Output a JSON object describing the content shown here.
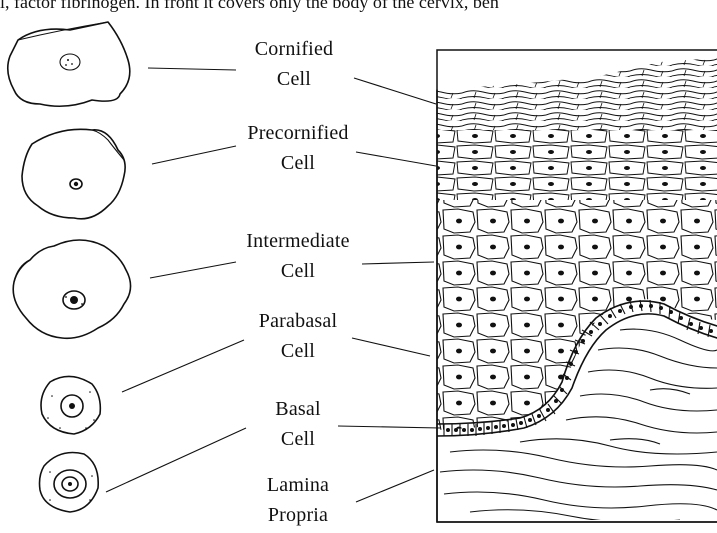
{
  "header_text": "l, factor fibrinogen. In front it covers only the body of the cervix, ben",
  "labels": {
    "cornified": {
      "line1": "Cornified",
      "line2": "Cell"
    },
    "precornified": {
      "line1": "Precornified",
      "line2": "Cell"
    },
    "intermediate": {
      "line1": "Intermediate",
      "line2": "Cell"
    },
    "parabasal": {
      "line1": "Parabasal",
      "line2": "Cell"
    },
    "basal": {
      "line1": "Basal",
      "line2": "Cell"
    },
    "lamina": {
      "line1": "Lamina",
      "line2": "Propria"
    }
  }
}
